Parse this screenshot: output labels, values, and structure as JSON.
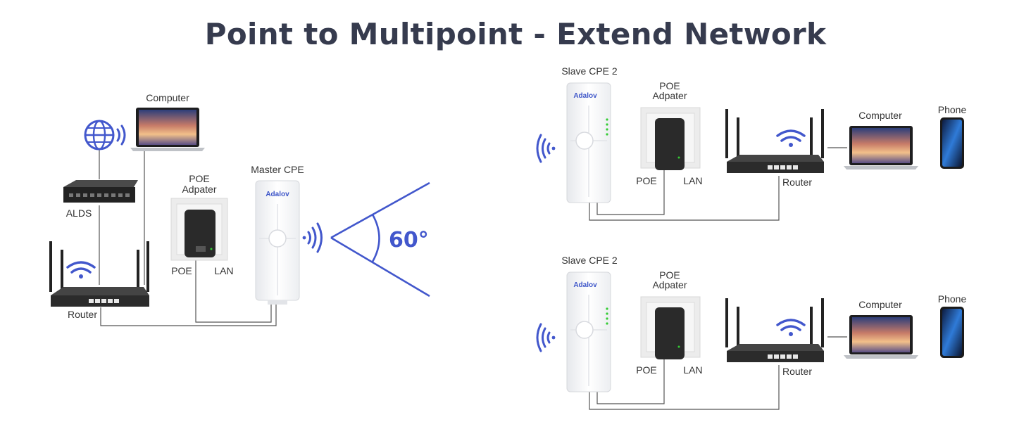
{
  "title": "Point to Multipoint - Extend Network",
  "colors": {
    "title": "#363b4e",
    "accent": "#4257cc",
    "device": "#ffffff",
    "router": "#2b2b2b"
  },
  "left": {
    "computer": "Computer",
    "alds": "ALDS",
    "router": "Router",
    "poe_line1": "POE",
    "poe_line2": "Adpater",
    "poe_port": "POE",
    "lan_port": "LAN",
    "master_cpe": "Master CPE",
    "brand": "Adalov",
    "angle": "60°",
    "icons": [
      "globe-icon",
      "wifi-signal-icon",
      "laptop-icon",
      "switch-icon",
      "router-icon",
      "poe-adapter-icon",
      "cpe-icon"
    ]
  },
  "right": [
    {
      "slave_cpe": "Slave CPE 2",
      "brand": "Adalov",
      "poe_line1": "POE",
      "poe_line2": "Adpater",
      "poe_port": "POE",
      "lan_port": "LAN",
      "router": "Router",
      "computer": "Computer",
      "phone": "Phone"
    },
    {
      "slave_cpe": "Slave CPE 2",
      "brand": "Adalov",
      "poe_line1": "POE",
      "poe_line2": "Adpater",
      "poe_port": "POE",
      "lan_port": "LAN",
      "router": "Router",
      "computer": "Computer",
      "phone": "Phone"
    }
  ]
}
